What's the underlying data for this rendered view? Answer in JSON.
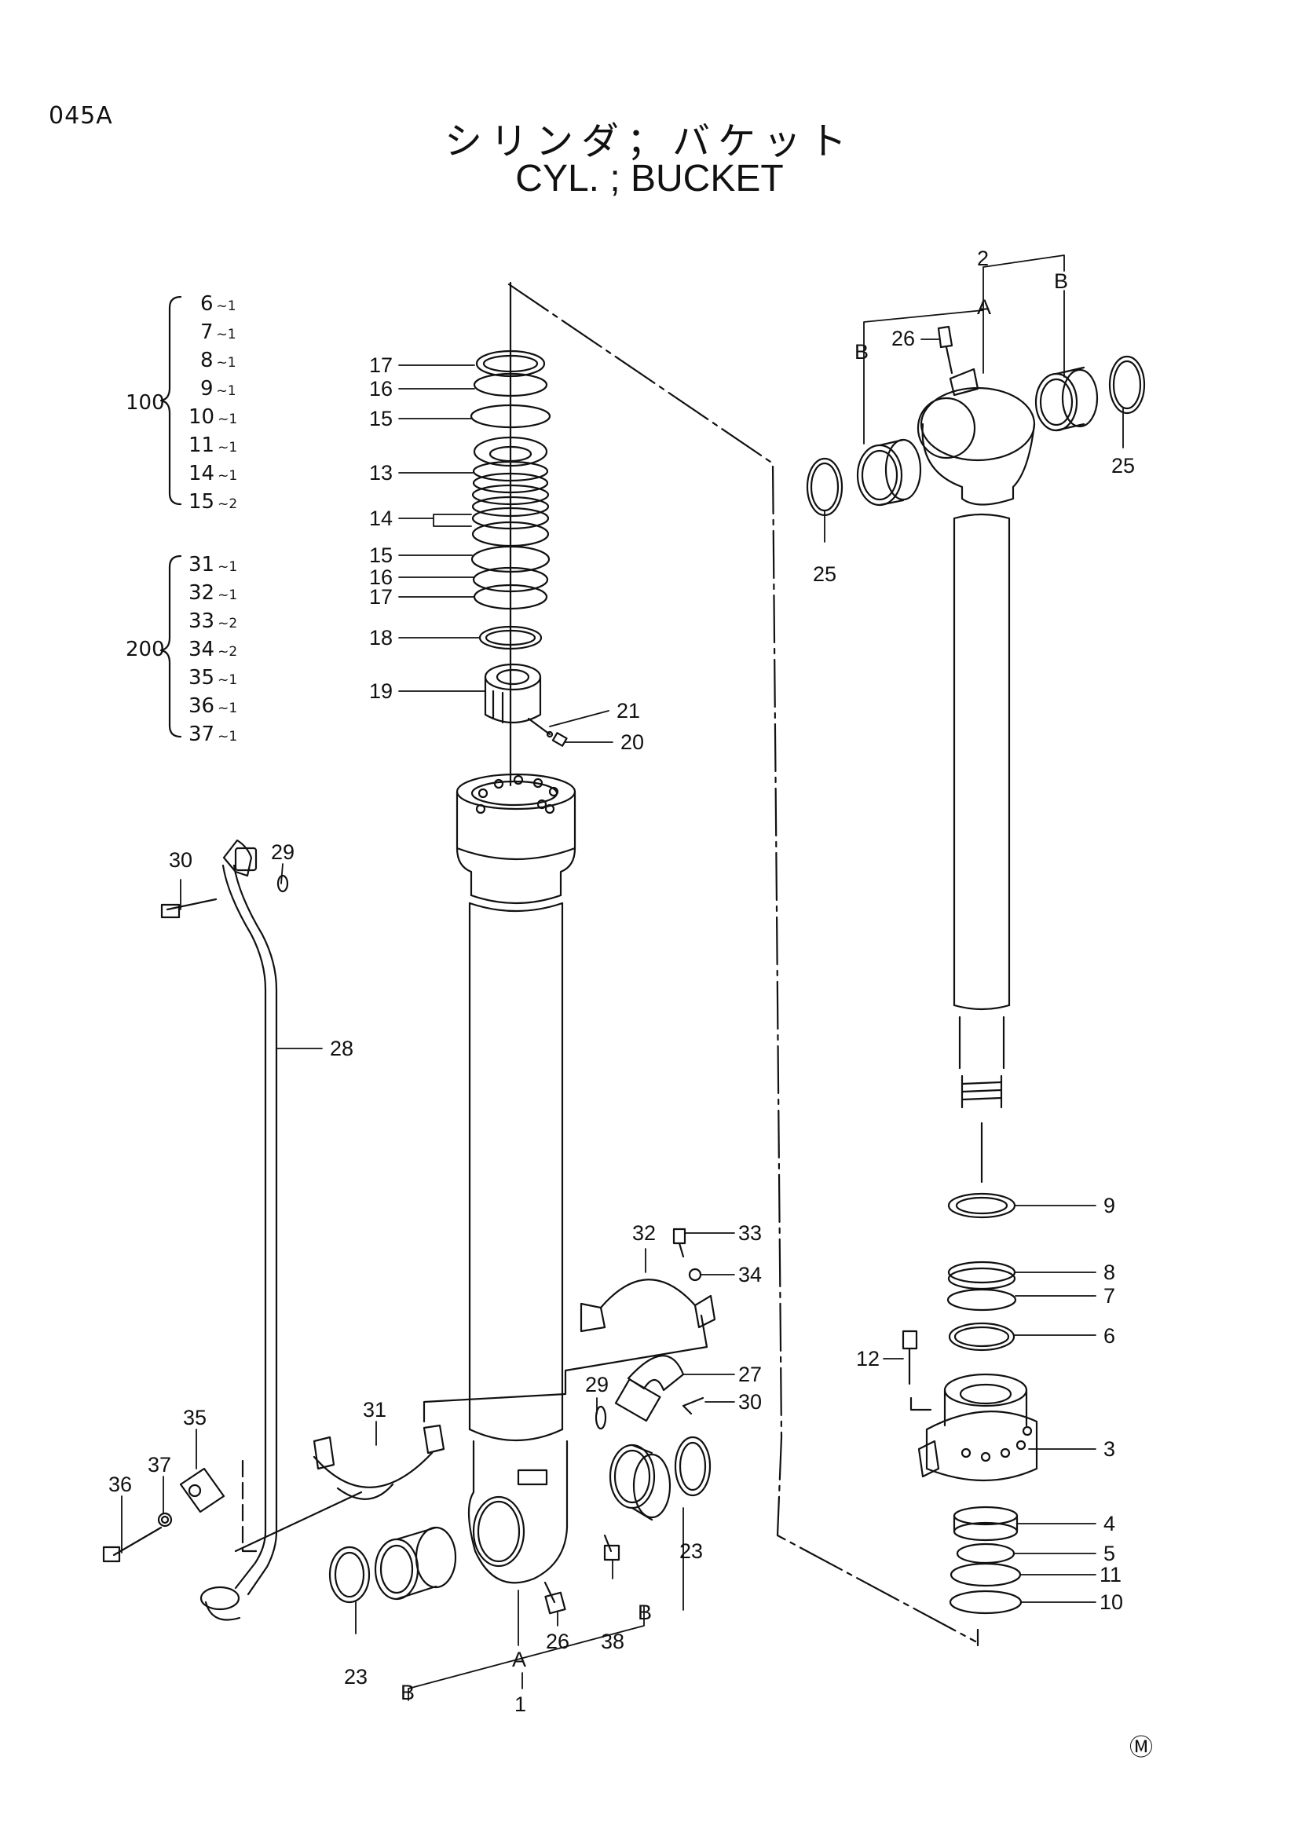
{
  "header": {
    "page_code": "045A",
    "title_jp": "シリンダ；バケット",
    "title_en": "CYL. ; BUCKET"
  },
  "kits": [
    {
      "label": "100",
      "items": [
        {
          "num": "6",
          "qty": "1"
        },
        {
          "num": "7",
          "qty": "1"
        },
        {
          "num": "8",
          "qty": "1"
        },
        {
          "num": "9",
          "qty": "1"
        },
        {
          "num": "10",
          "qty": "1"
        },
        {
          "num": "11",
          "qty": "1"
        },
        {
          "num": "14",
          "qty": "1"
        },
        {
          "num": "15",
          "qty": "2"
        }
      ]
    },
    {
      "label": "200",
      "items": [
        {
          "num": "31",
          "qty": "1"
        },
        {
          "num": "32",
          "qty": "1"
        },
        {
          "num": "33",
          "qty": "2"
        },
        {
          "num": "34",
          "qty": "2"
        },
        {
          "num": "35",
          "qty": "1"
        },
        {
          "num": "36",
          "qty": "1"
        },
        {
          "num": "37",
          "qty": "1"
        }
      ]
    }
  ],
  "callouts": {
    "c17a": "17",
    "c16a": "16",
    "c15a": "15",
    "c13": "13",
    "c14": "14",
    "c15b": "15",
    "c16b": "16",
    "c17b": "17",
    "c18": "18",
    "c19": "19",
    "c21": "21",
    "c20": "20",
    "c2": "2",
    "cAtop": "A",
    "cBtopR": "B",
    "cBtopL": "B",
    "c26top": "26",
    "c25R": "25",
    "c25L": "25",
    "c9": "9",
    "c8": "8",
    "c7": "7",
    "c6": "6",
    "c12": "12",
    "c3": "3",
    "c4": "4",
    "c5": "5",
    "c11": "11",
    "c10": "10",
    "c29a": "29",
    "c30a": "30",
    "c28": "28",
    "c32": "32",
    "c33": "33",
    "c34": "34",
    "c27": "27",
    "c29b": "29",
    "c30b": "30",
    "c31": "31",
    "c35": "35",
    "c37": "37",
    "c36": "36",
    "c23R": "23",
    "c23L": "23",
    "c38": "38",
    "cBbotR": "B",
    "c26bot": "26",
    "cAbot": "A",
    "cBbotL": "B",
    "c1": "1"
  },
  "footer_mark": "Ⓜ"
}
